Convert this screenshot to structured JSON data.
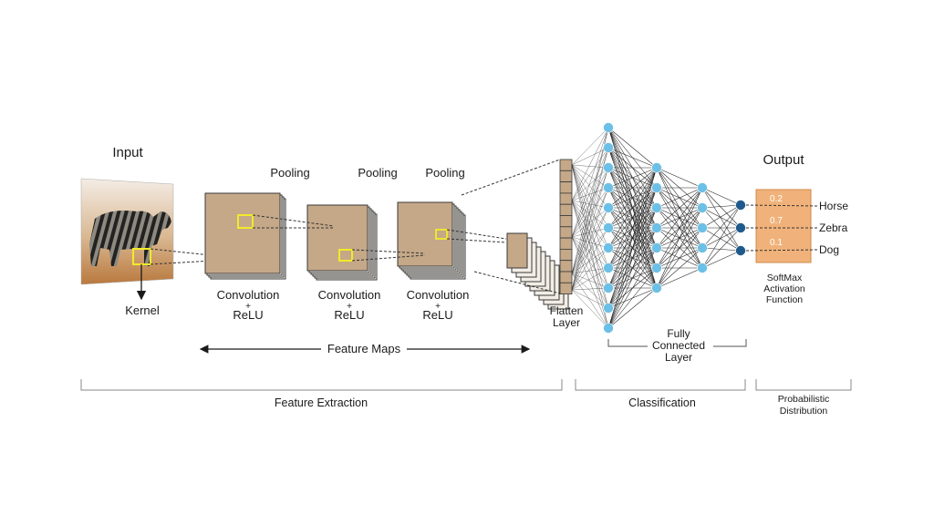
{
  "input": {
    "title": "Input",
    "kernel_label": "Kernel"
  },
  "pooling_labels": [
    "Pooling",
    "Pooling",
    "Pooling"
  ],
  "conv_labels": [
    {
      "line1": "Convolution",
      "plus": "+",
      "line2": "ReLU"
    },
    {
      "line1": "Convolution",
      "plus": "+",
      "line2": "ReLU"
    },
    {
      "line1": "Convolution",
      "plus": "+",
      "line2": "ReLU"
    }
  ],
  "feature_maps_label": "Feature  Maps",
  "flatten": {
    "line1": "Flatten",
    "line2": "Layer"
  },
  "fully_connected": {
    "line1": "Fully",
    "line2": "Connected",
    "line3": "Layer"
  },
  "output": {
    "title": "Output",
    "values": [
      "0.2",
      "0.7",
      "0.1"
    ],
    "classes": [
      "Horse",
      "Zebra",
      "Dog"
    ],
    "box_color": "#f0b27a"
  },
  "softmax": {
    "line1": "SoftMax",
    "line2": "Activation",
    "line3": "Function"
  },
  "sections": {
    "feature_extraction": "Feature Extraction",
    "classification": "Classification",
    "probabilistic_line1": "Probabilistic",
    "probabilistic_line2": "Distribution"
  },
  "colors": {
    "feature_map_fill": "#c4a888",
    "kernel_highlight": "#f2ea2a",
    "node_light": "#6cc0e6",
    "node_dark": "#1f5a8c"
  }
}
